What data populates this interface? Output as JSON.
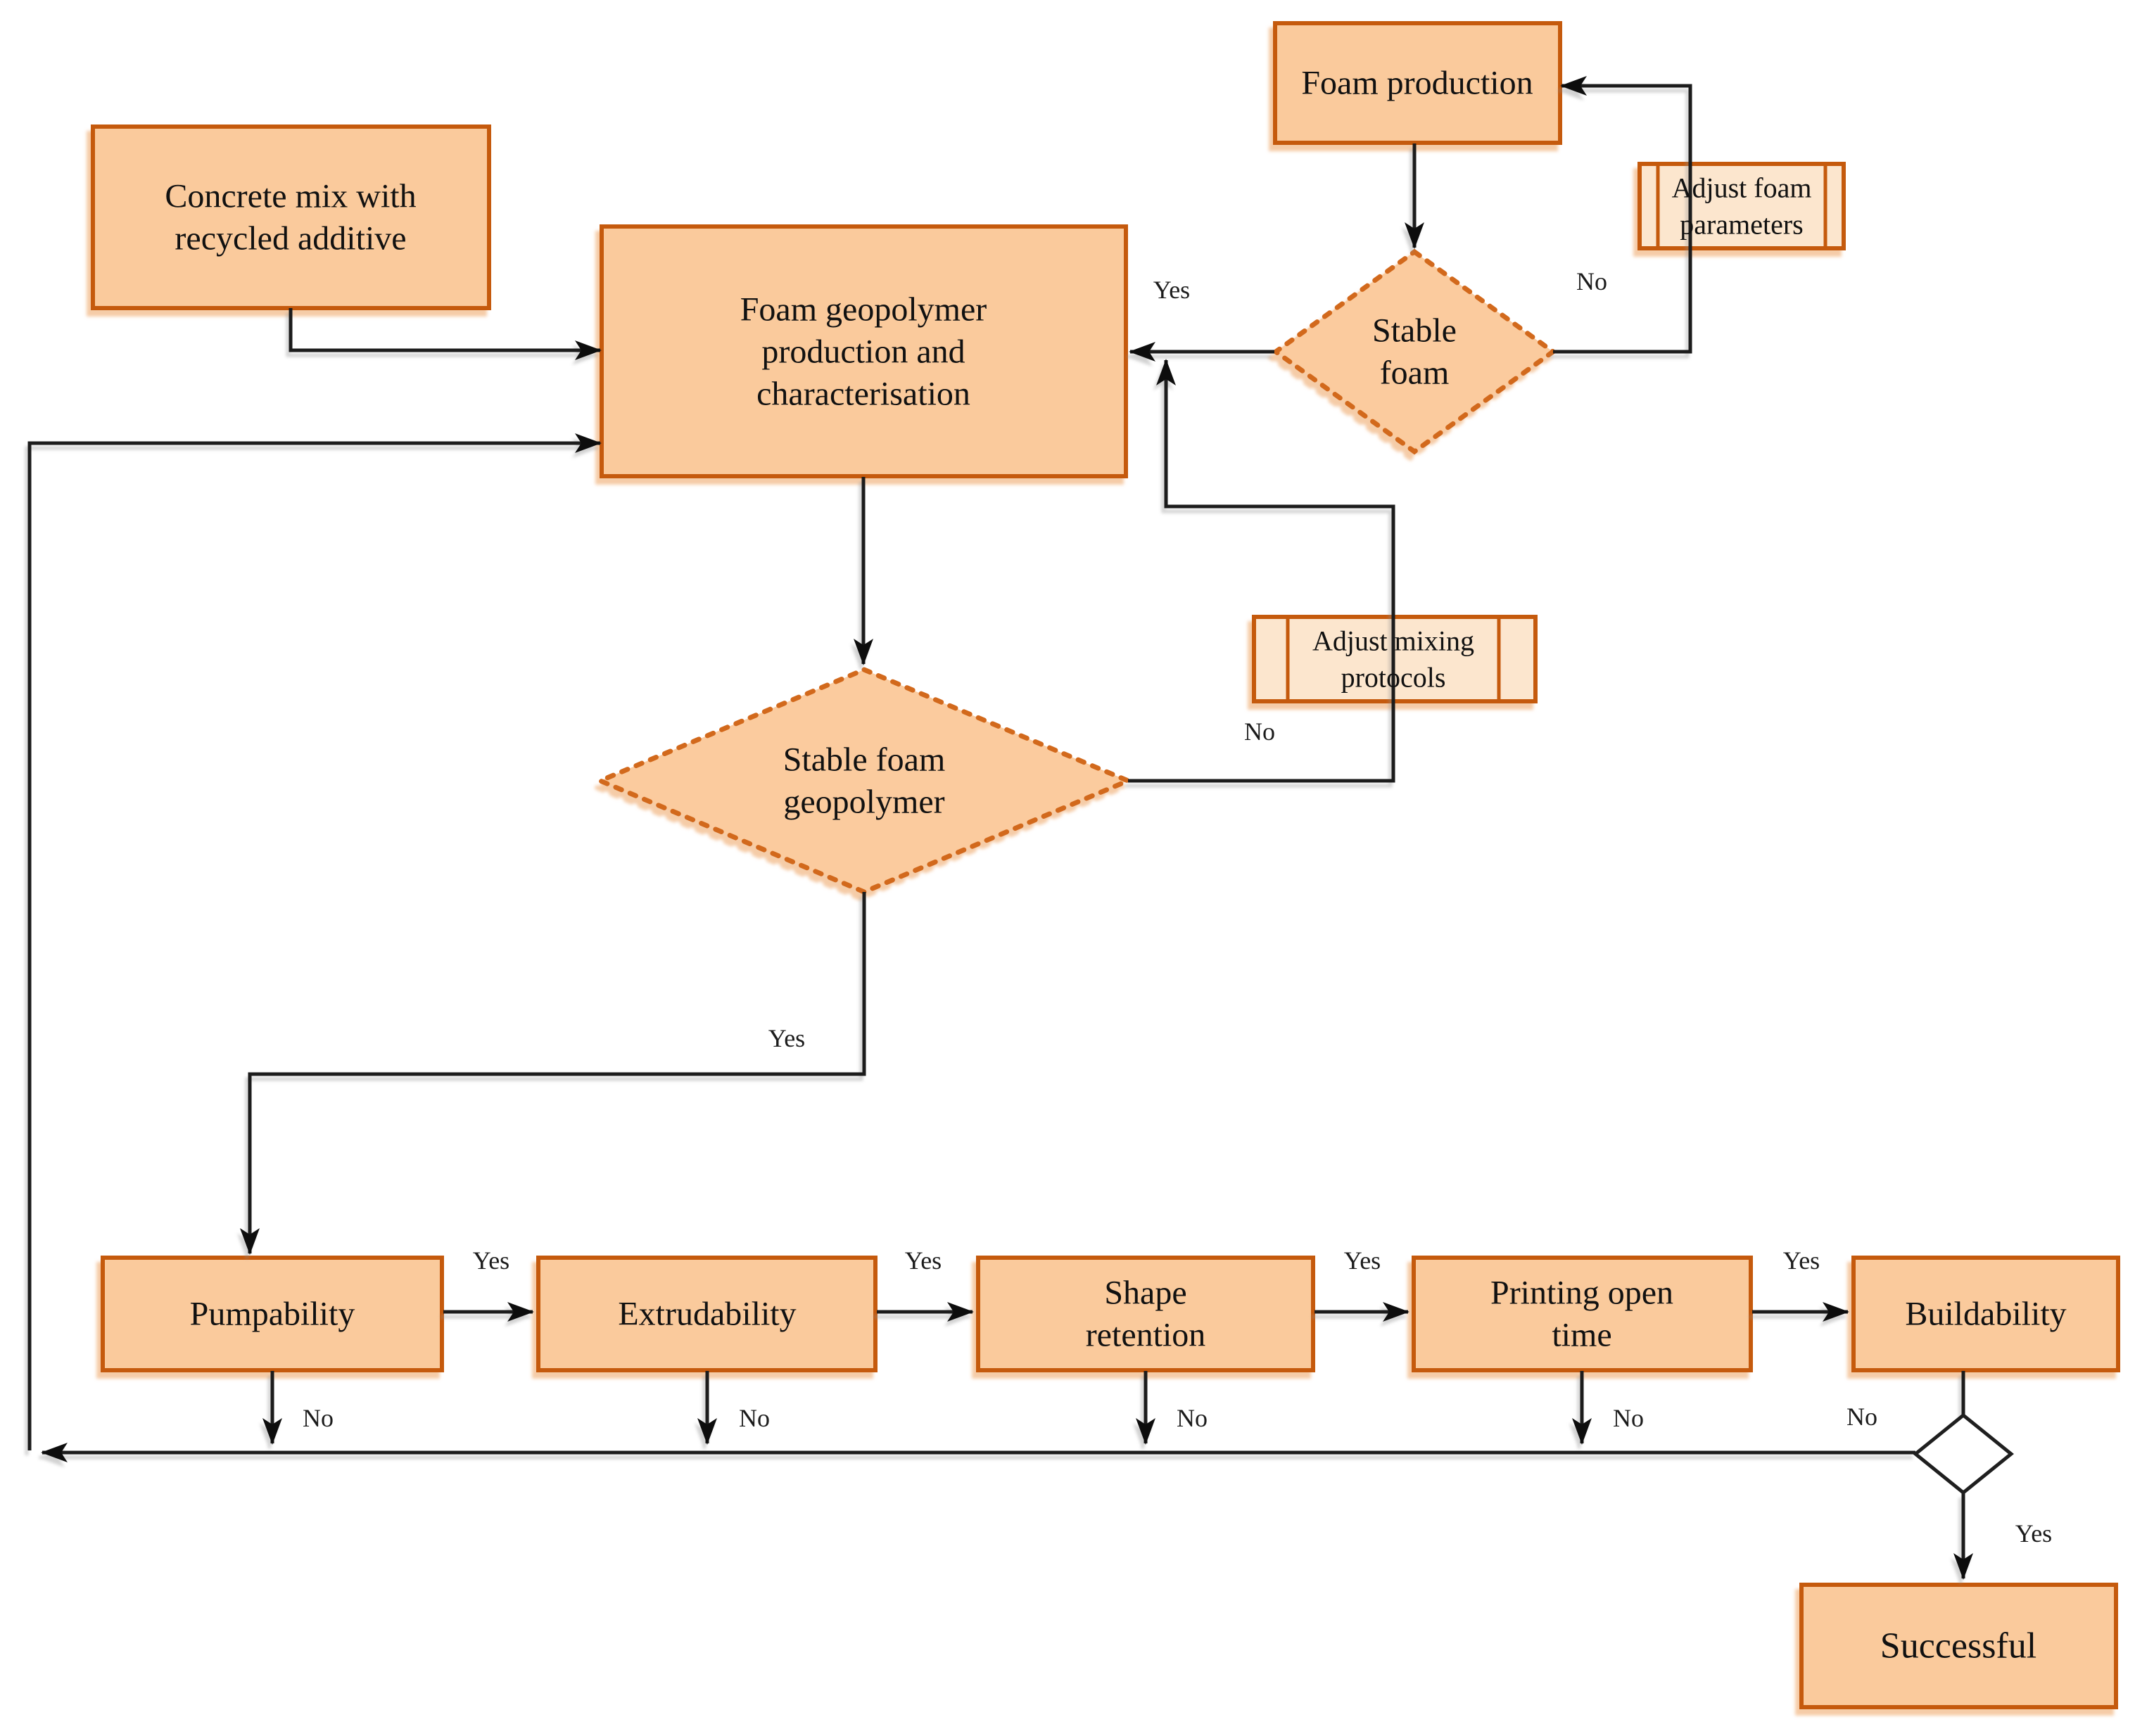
{
  "diagram": {
    "type": "flowchart",
    "colors": {
      "box_fill": "#FACA9C",
      "box_border": "#C55A11",
      "subprocess_fill": "#FCE6CE",
      "diamond_fill": "#FBCB9E",
      "decision_empty_fill": "#FFFFFF",
      "connector": "#1A1A1A",
      "background": "#FFFFFF"
    },
    "labels": {
      "yes": "Yes",
      "no": "No"
    },
    "nodes": {
      "foam_production": {
        "type": "process",
        "lines": [
          "Foam production"
        ]
      },
      "adjust_foam_parameters": {
        "type": "subprocess",
        "lines": [
          "Adjust foam",
          "parameters"
        ]
      },
      "stable_foam": {
        "type": "decision",
        "lines": [
          "Stable",
          "foam"
        ]
      },
      "concrete_mix": {
        "type": "process",
        "lines": [
          "Concrete mix with",
          "recycled additive"
        ]
      },
      "foam_geopolymer": {
        "type": "process",
        "lines": [
          "Foam geopolymer",
          "production and",
          "characterisation"
        ]
      },
      "adjust_mixing_protocols": {
        "type": "subprocess",
        "lines": [
          "Adjust mixing",
          "protocols"
        ]
      },
      "stable_foam_geopolymer": {
        "type": "decision",
        "lines": [
          "Stable foam",
          "geopolymer"
        ]
      },
      "pumpability": {
        "type": "process",
        "lines": [
          "Pumpability"
        ]
      },
      "extrudability": {
        "type": "process",
        "lines": [
          "Extrudability"
        ]
      },
      "shape_retention": {
        "type": "process",
        "lines": [
          "Shape",
          "retention"
        ]
      },
      "printing_open_time": {
        "type": "process",
        "lines": [
          "Printing open",
          "time"
        ]
      },
      "buildability": {
        "type": "process",
        "lines": [
          "Buildability"
        ]
      },
      "buildability_decision": {
        "type": "decision",
        "lines": []
      },
      "successful": {
        "type": "process",
        "lines": [
          "Successful"
        ]
      }
    }
  }
}
